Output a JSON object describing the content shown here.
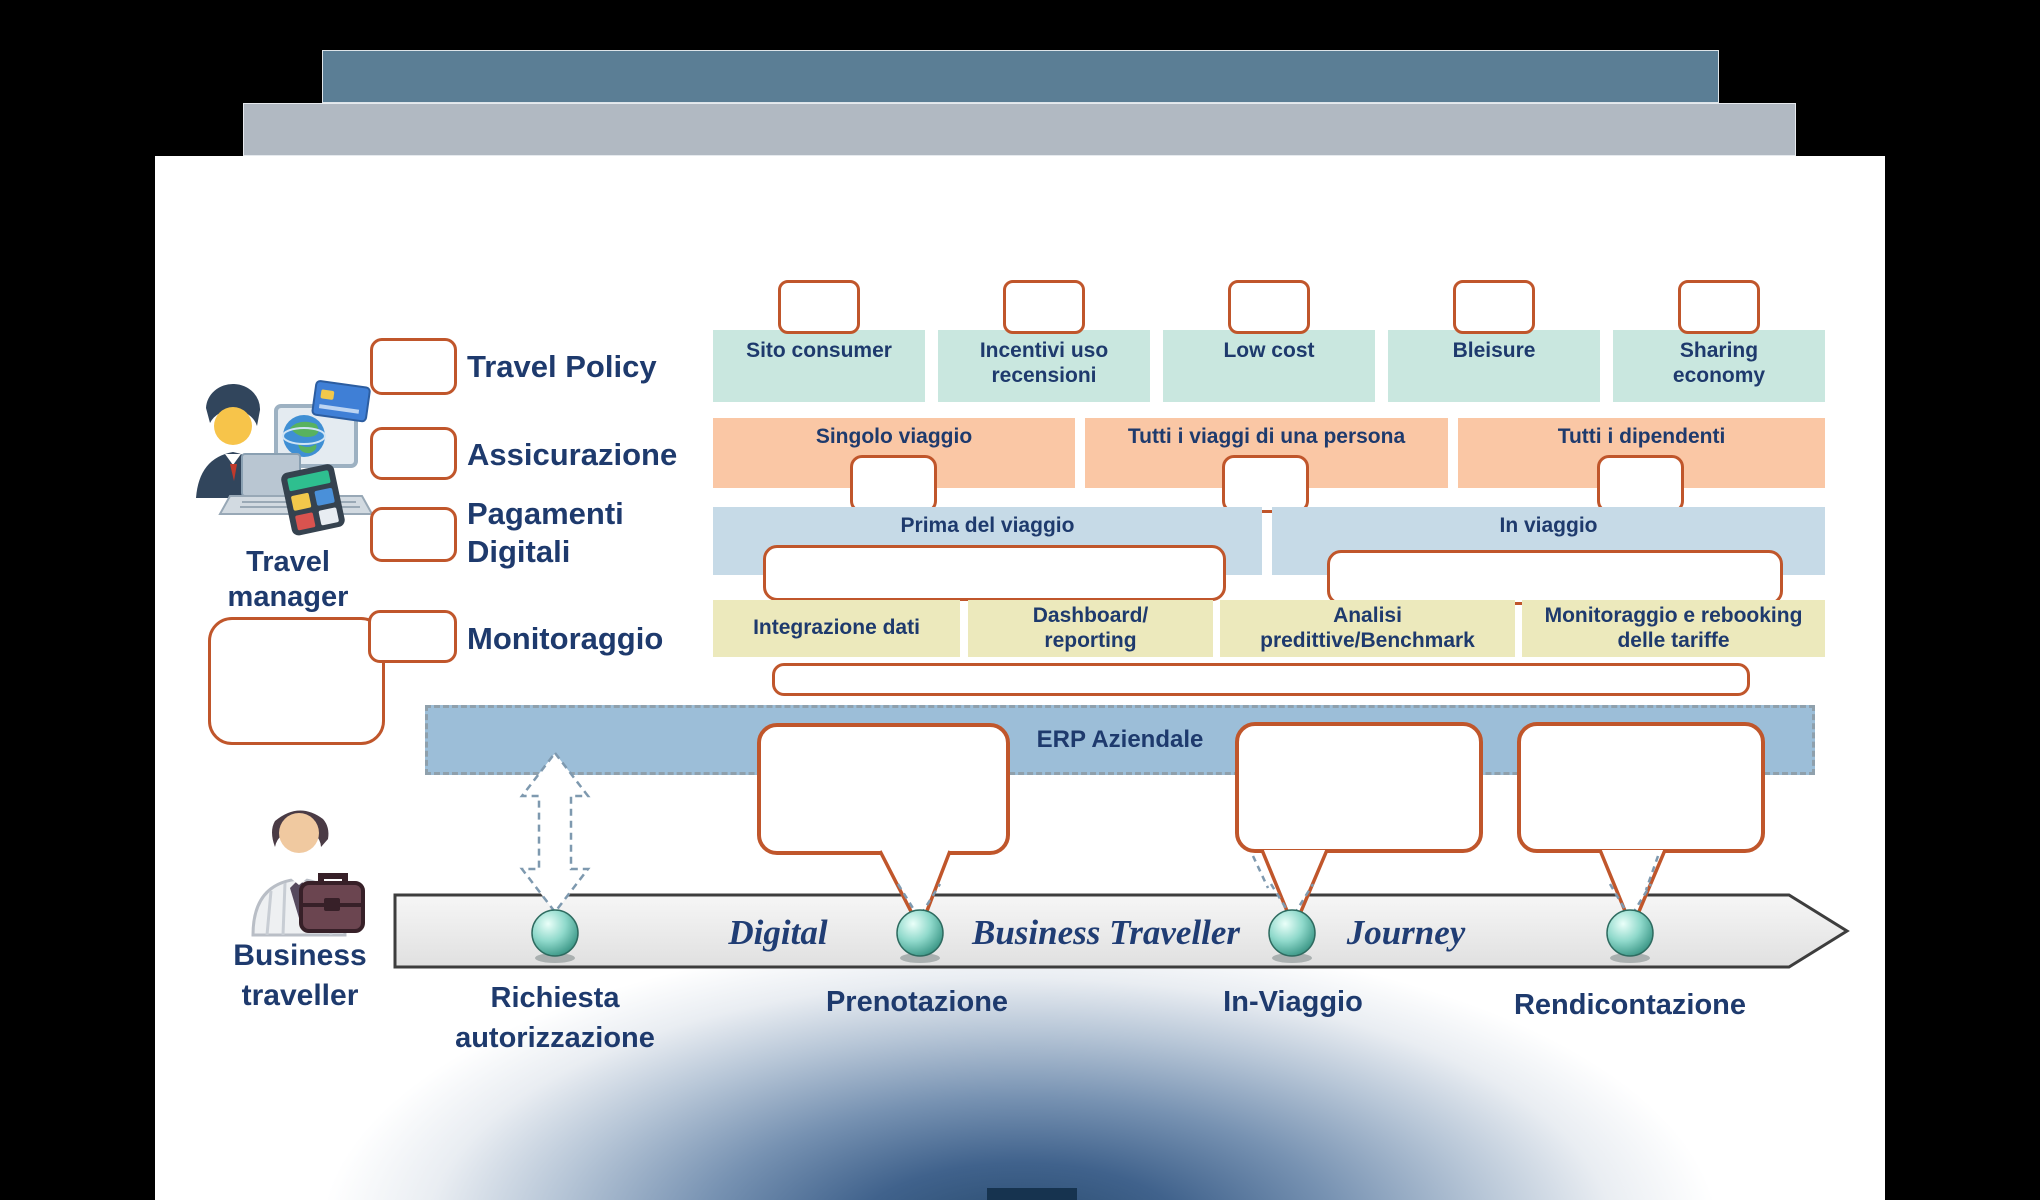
{
  "travel_manager": {
    "line1": "Travel",
    "line2": "manager",
    "items": [
      {
        "label": "Travel Policy"
      },
      {
        "label": "Assicurazione"
      },
      {
        "label": "Pagamenti Digitali"
      },
      {
        "label": "Monitoraggio"
      }
    ]
  },
  "business_traveller": {
    "line1": "Business",
    "line2": "traveller"
  },
  "trend_row": {
    "items": [
      "Sito consumer",
      "Incentivi uso recensioni",
      "Low cost",
      "Bleisure",
      "Sharing economy"
    ]
  },
  "scope_row": {
    "items": [
      "Singolo viaggio",
      "Tutti i viaggi di una persona",
      "Tutti i dipendenti"
    ]
  },
  "phase_row": {
    "items": [
      "Prima del viaggio",
      "In viaggio"
    ]
  },
  "data_row": {
    "items": [
      "Integrazione dati",
      "Dashboard/ reporting",
      "Analisi predittive/Benchmark",
      "Monitoraggio e rebooking delle tariffe"
    ]
  },
  "erp": {
    "label": "ERP Aziendale"
  },
  "journey": {
    "word1": "Digital",
    "word2": "Business Traveller",
    "word3": "Journey",
    "steps": [
      "Richiesta autorizzazione",
      "Prenotazione",
      "In-Viaggio",
      "Rendicontazione"
    ]
  },
  "colors": {
    "navy": "#1e3a6d",
    "orange_border": "#c0562b",
    "teal_fill": "#c9e7df",
    "peach_fill": "#fac7a5",
    "light_blue_fill": "#c6dae7",
    "khaki_fill": "#ece9bc",
    "erp_fill": "#9cbed8",
    "slate_bar": "#5b7e95",
    "gray_bar": "#b1b9c2",
    "sphere_teal": "#5fb3a4"
  }
}
